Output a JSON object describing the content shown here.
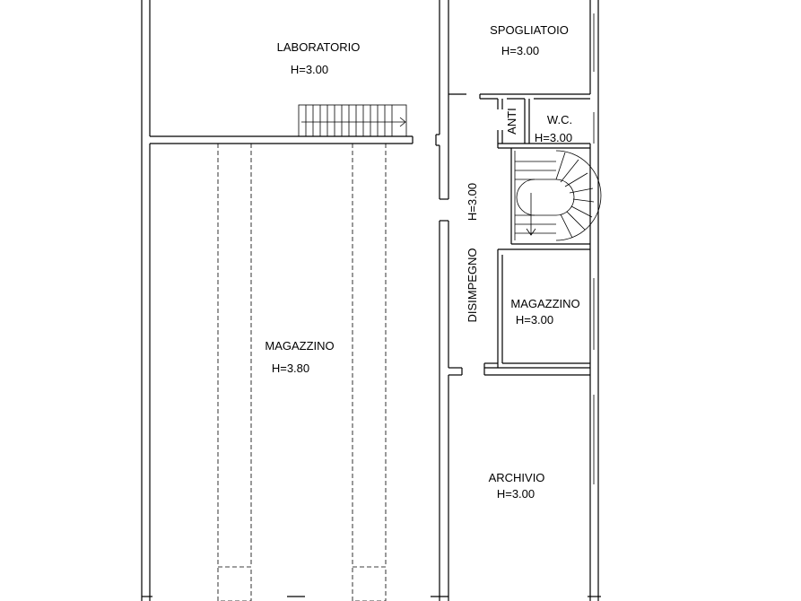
{
  "rooms": {
    "laboratorio": {
      "name": "LABORATORIO",
      "height": "H=3.00"
    },
    "spogliatoio": {
      "name": "SPOGLIATOIO",
      "height": "H=3.00"
    },
    "anti": {
      "name": "ANTI"
    },
    "wc": {
      "name": "W.C.",
      "height": "H=3.00"
    },
    "disimpegno": {
      "name": "DISIMPEGNO",
      "height": "H=3.00"
    },
    "magazzino_large": {
      "name": "MAGAZZINO",
      "height": "H=3.80"
    },
    "magazzino_small": {
      "name": "MAGAZZINO",
      "height": "H=3.00"
    },
    "archivio": {
      "name": "ARCHIVIO",
      "height": "H=3.00"
    }
  }
}
